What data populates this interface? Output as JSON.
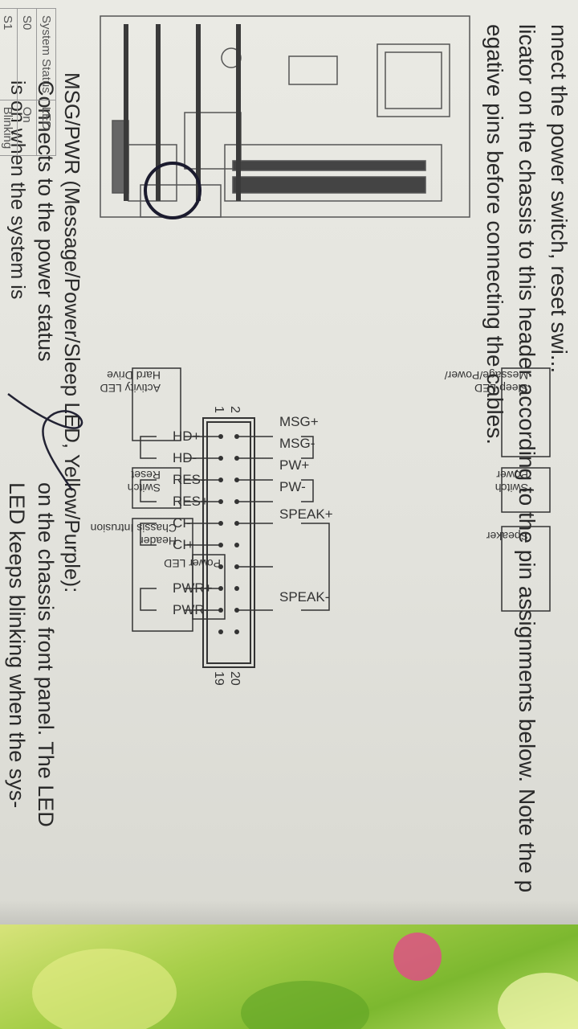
{
  "manual": {
    "intro_line_1": "nnect the power switch, reset swi...",
    "intro_line_2": "licator on the chassis to this header according to the pin assignments below. Note the p",
    "intro_line_3": "egative pins before connecting the cables.",
    "section_title": "MSG/PWR (Message/Power/Sleep LED, Yellow/Purple):",
    "desc_line_1": "Connects to the power status",
    "desc_line_1b": "on the chassis front panel. The LED",
    "desc_line_2": "is on when the system is",
    "desc_line_2b": "LED keeps blinking when the sys-"
  },
  "status_table": {
    "headers": [
      "System Status",
      "LED"
    ],
    "rows": [
      [
        "S0",
        "On"
      ],
      [
        "S1",
        "Blinking"
      ]
    ]
  },
  "pin_numbers": {
    "top_left": "2",
    "bottom_left": "1",
    "top_right": "20",
    "bottom_right": "19"
  },
  "pins_top": [
    "MSG+",
    "MSG-",
    "PW+",
    "PW-",
    "SPEAK+",
    "SPEAK-"
  ],
  "pins_bottom": [
    "HD+",
    "HD-",
    "RES-",
    "RES+",
    "CI-",
    "CI+",
    "PWR+",
    "PWR-"
  ],
  "boxes_top": [
    "Message/Power/",
    "Sleep LED",
    "Power",
    "Switch",
    "Speaker"
  ],
  "boxes_bottom": [
    "Hard Drive",
    "Activity LED",
    "Reset",
    "Switch",
    "Chassis Intrusion",
    "Header",
    "Power LED"
  ],
  "colors": {
    "ink": "#2a2a2a",
    "paper": "#e6e6e0",
    "cloth": "#8cc43a"
  }
}
